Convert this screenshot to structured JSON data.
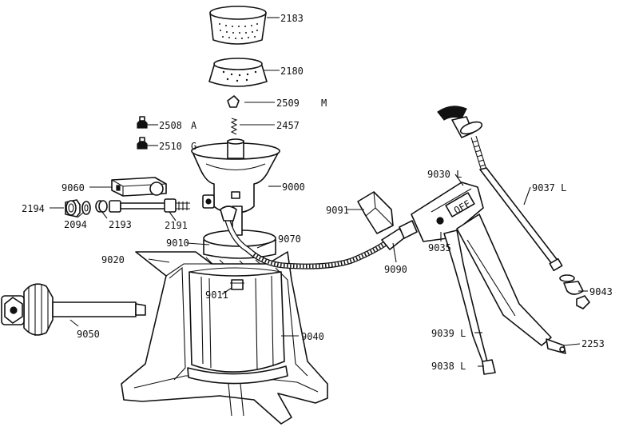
{
  "labels": {
    "p2183": "2183",
    "p2180": "2180",
    "p2509": "2509",
    "p2509_suffix": "M",
    "p2457": "2457",
    "p2508": "2508",
    "p2508_suffix": "A",
    "p2510": "2510",
    "p2510_suffix": "G",
    "p9060": "9060",
    "p9000": "9000",
    "p2194": "2194",
    "p2094": "2094",
    "p2193": "2193",
    "p2191": "2191",
    "p9091": "9091",
    "p9030": "9030 L",
    "p9037": "9037 L",
    "p9010": "9010",
    "p9070": "9070",
    "p9020": "9020",
    "p9035": "9035",
    "p9090": "9090",
    "p9043": "9043",
    "p9011": "9011",
    "p9050": "9050",
    "p9040": "9040",
    "p9039": "9039 L",
    "p2253": "2253",
    "p9038": "9038 L",
    "valve_text": "OFF"
  },
  "colors": {
    "ink": "#111111",
    "paper": "#ffffff"
  }
}
